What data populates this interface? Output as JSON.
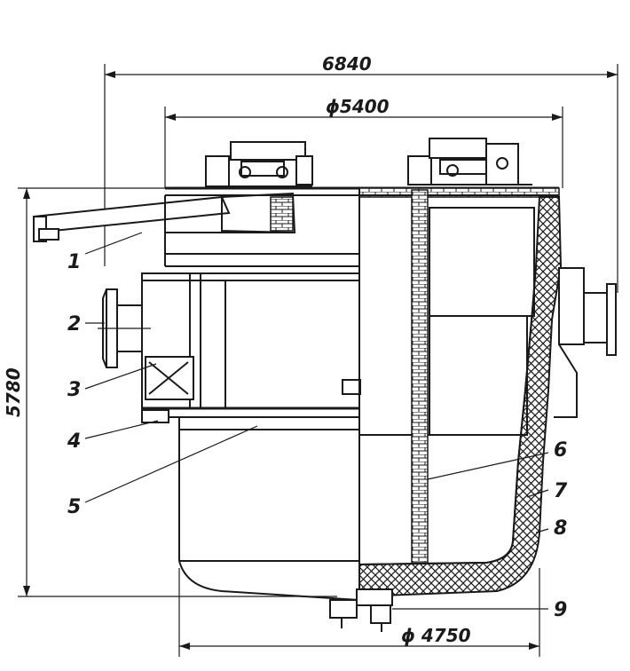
{
  "dimensions": {
    "overall_width": "6840",
    "top_diameter": "ϕ5400",
    "height": "5780",
    "bottom_diameter": "ϕ 4750"
  },
  "callouts": [
    "1",
    "2",
    "3",
    "4",
    "5",
    "6",
    "7",
    "8",
    "9"
  ]
}
